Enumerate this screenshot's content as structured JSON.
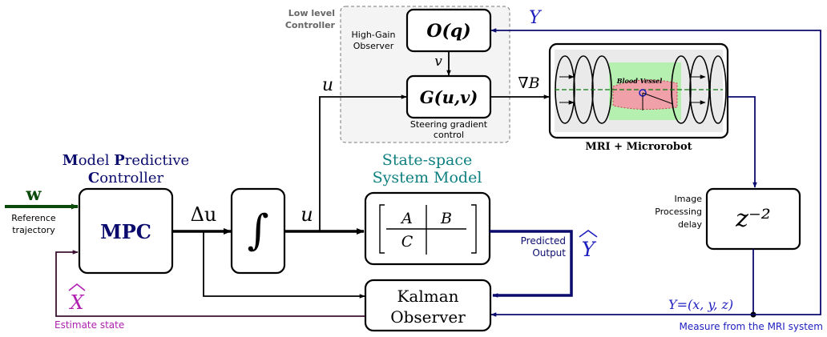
{
  "colors": {
    "black": "#000000",
    "navy": "#0b0b6e",
    "blue": "#2020c0",
    "teal": "#0f8080",
    "magenta": "#b020b0",
    "dark_purple": "#3a1030",
    "dark_green": "#0a4a0a",
    "gray_text": "#666666",
    "panel_fill": "#f4f4f4",
    "vessel_green": "#b6f0b0",
    "vessel_pink": "#f0a0a8"
  },
  "low_level": {
    "line1": "Low level",
    "line2": "Controller"
  },
  "observer": {
    "label_line1": "High-Gain",
    "label_line2": "Observer",
    "block": "O(q)",
    "signal": "v"
  },
  "gradient": {
    "block": "G(u,v)",
    "caption_line1": "Steering gradient",
    "caption_line2": "control",
    "output": "∇B"
  },
  "mri": {
    "caption": "MRI + Microrobot",
    "vessel_label": "Blood Vessel"
  },
  "delay": {
    "label_line1": "Image",
    "label_line2": "Processing",
    "label_line3": "delay",
    "block": "z⁻²"
  },
  "mpc": {
    "title_line1_b1": "M",
    "title_line1_r1": "odel ",
    "title_line1_b2": "P",
    "title_line1_r2": "redictive",
    "title_line2_b": "C",
    "title_line2_r": "ontroller",
    "block": "MPC"
  },
  "state_space": {
    "title_line1": "State-space",
    "title_line2": "System Model",
    "A": "A",
    "B": "B",
    "C": "C"
  },
  "kalman": {
    "line1": "Kalman",
    "line2": "Observer"
  },
  "signals": {
    "w": "w",
    "ref_line1": "Reference",
    "ref_line2": "trajectory",
    "delta_u": "Δu",
    "u_integrator": "u",
    "u_top": "u",
    "Y_top": "Y",
    "predicted_line1": "Predicted",
    "predicted_line2": "Output",
    "Y_hat": "Y",
    "X_hat": "X",
    "estimate_state": "Estimate state",
    "Y_eq": "Y=(x, y, z)",
    "measure": "Measure from the MRI system"
  }
}
